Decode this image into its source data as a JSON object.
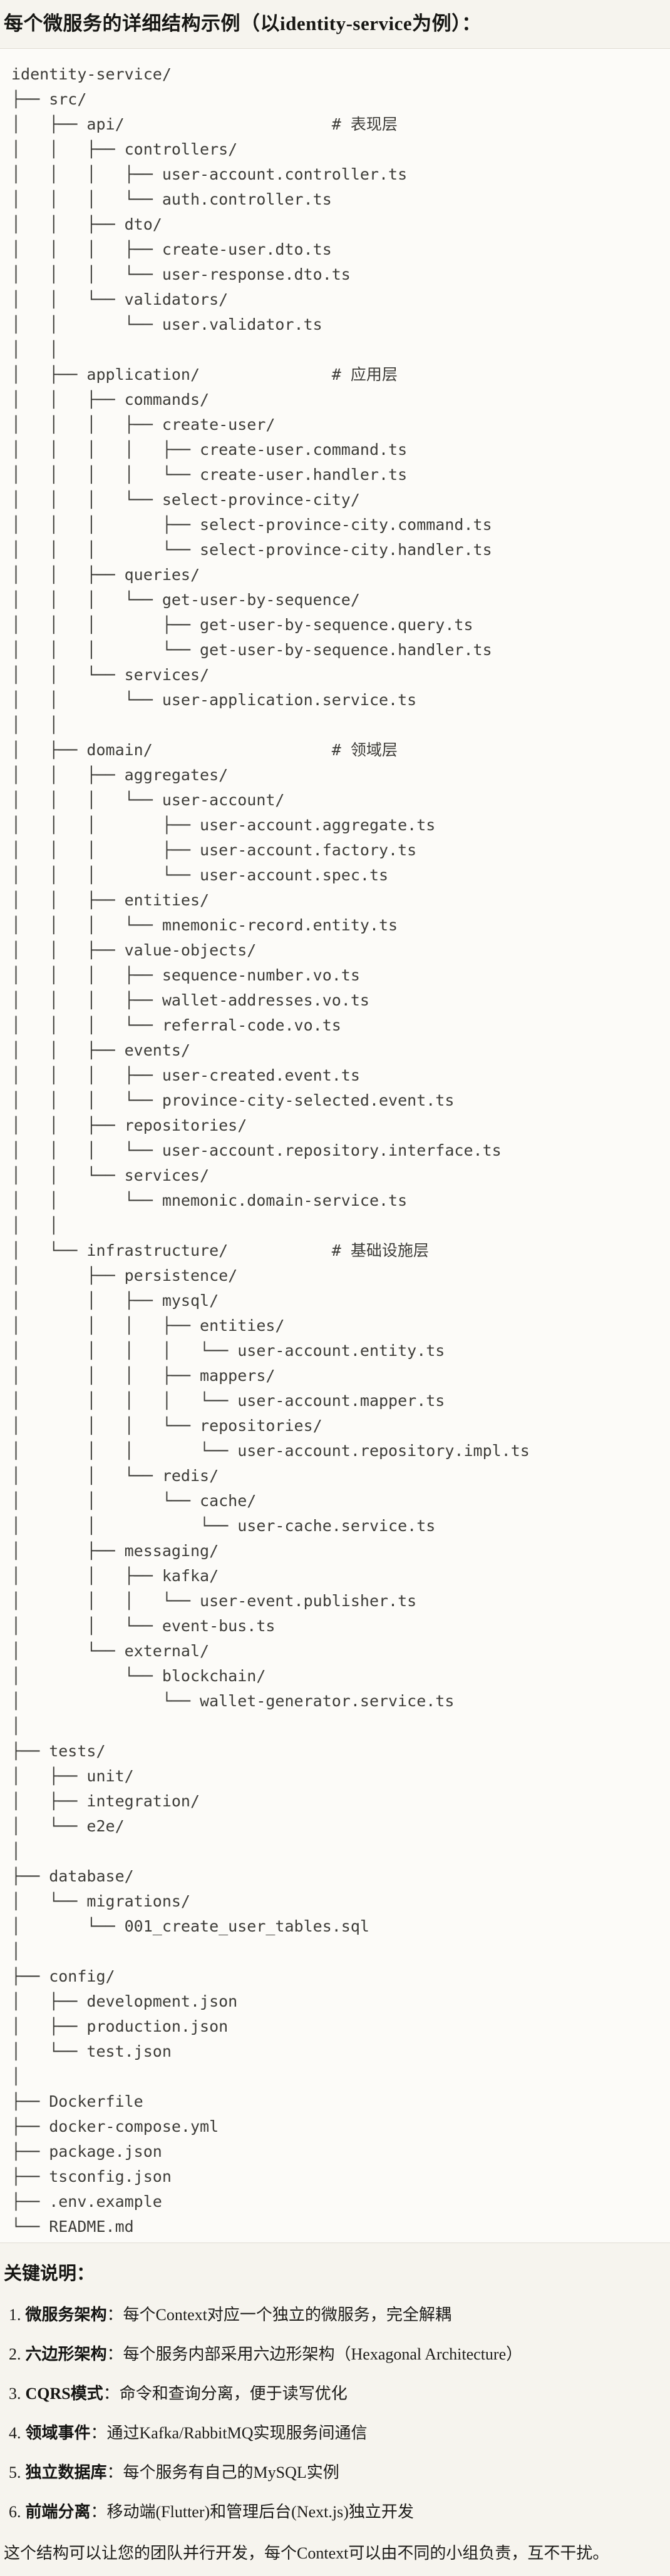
{
  "page": {
    "title": "每个微服务的详细结构示例（以identity-service为例）："
  },
  "directory_tree": "identity-service/\n├── src/\n│   ├── api/                      # 表现层\n│   │   ├── controllers/\n│   │   │   ├── user-account.controller.ts\n│   │   │   └── auth.controller.ts\n│   │   ├── dto/\n│   │   │   ├── create-user.dto.ts\n│   │   │   └── user-response.dto.ts\n│   │   └── validators/\n│   │       └── user.validator.ts\n│   │\n│   ├── application/              # 应用层\n│   │   ├── commands/\n│   │   │   ├── create-user/\n│   │   │   │   ├── create-user.command.ts\n│   │   │   │   └── create-user.handler.ts\n│   │   │   └── select-province-city/\n│   │   │       ├── select-province-city.command.ts\n│   │   │       └── select-province-city.handler.ts\n│   │   ├── queries/\n│   │   │   └── get-user-by-sequence/\n│   │   │       ├── get-user-by-sequence.query.ts\n│   │   │       └── get-user-by-sequence.handler.ts\n│   │   └── services/\n│   │       └── user-application.service.ts\n│   │\n│   ├── domain/                   # 领域层\n│   │   ├── aggregates/\n│   │   │   └── user-account/\n│   │   │       ├── user-account.aggregate.ts\n│   │   │       ├── user-account.factory.ts\n│   │   │       └── user-account.spec.ts\n│   │   ├── entities/\n│   │   │   └── mnemonic-record.entity.ts\n│   │   ├── value-objects/\n│   │   │   ├── sequence-number.vo.ts\n│   │   │   ├── wallet-addresses.vo.ts\n│   │   │   └── referral-code.vo.ts\n│   │   ├── events/\n│   │   │   ├── user-created.event.ts\n│   │   │   └── province-city-selected.event.ts\n│   │   ├── repositories/\n│   │   │   └── user-account.repository.interface.ts\n│   │   └── services/\n│   │       └── mnemonic.domain-service.ts\n│   │\n│   └── infrastructure/           # 基础设施层\n│       ├── persistence/\n│       │   ├── mysql/\n│       │   │   ├── entities/\n│       │   │   │   └── user-account.entity.ts\n│       │   │   ├── mappers/\n│       │   │   │   └── user-account.mapper.ts\n│       │   │   └── repositories/\n│       │   │       └── user-account.repository.impl.ts\n│       │   └── redis/\n│       │       └── cache/\n│       │           └── user-cache.service.ts\n│       ├── messaging/\n│       │   ├── kafka/\n│       │   │   └── user-event.publisher.ts\n│       │   └── event-bus.ts\n│       └── external/\n│           └── blockchain/\n│               └── wallet-generator.service.ts\n│\n├── tests/\n│   ├── unit/\n│   ├── integration/\n│   └── e2e/\n│\n├── database/\n│   └── migrations/\n│       └── 001_create_user_tables.sql\n│\n├── config/\n│   ├── development.json\n│   ├── production.json\n│   └── test.json\n│\n├── Dockerfile\n├── docker-compose.yml\n├── package.json\n├── tsconfig.json\n├── .env.example\n└── README.md",
  "notes": {
    "heading": "关键说明：",
    "items": [
      {
        "num": "1.",
        "label": "微服务架构",
        "text": "：每个Context对应一个独立的微服务，完全解耦"
      },
      {
        "num": "2.",
        "label": "六边形架构",
        "text": "：每个服务内部采用六边形架构（Hexagonal Architecture）"
      },
      {
        "num": "3.",
        "label": "CQRS模式",
        "text": "：命令和查询分离，便于读写优化"
      },
      {
        "num": "4.",
        "label": "领域事件",
        "text": "：通过Kafka/RabbitMQ实现服务间通信"
      },
      {
        "num": "5.",
        "label": "独立数据库",
        "text": "：每个服务有自己的MySQL实例"
      },
      {
        "num": "6.",
        "label": "前端分离",
        "text": "：移动端(Flutter)和管理后台(Next.js)独立开发"
      }
    ],
    "footer": "这个结构可以让您的团队并行开发，每个Context可以由不同的小组负责，互不干扰。"
  }
}
